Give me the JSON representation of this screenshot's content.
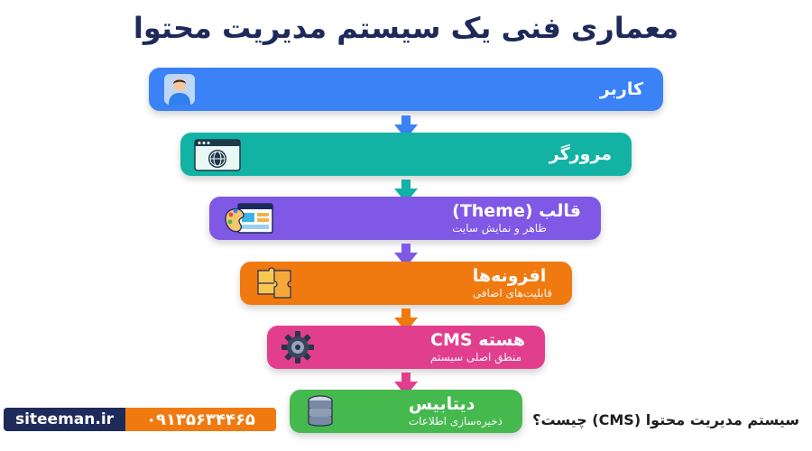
{
  "title": "معماری فنی یک سیستم مدیریت محتوا",
  "layers": [
    {
      "label": "کاربر",
      "sub": "",
      "icon": "user-icon",
      "color": "#3b82f6"
    },
    {
      "label": "مرورگر",
      "sub": "",
      "icon": "browser-globe-icon",
      "color": "#12b3a4"
    },
    {
      "label": "قالب (Theme)",
      "sub": "ظاهر و نمایش سایت",
      "icon": "palette-layout-icon",
      "color": "#8058e6"
    },
    {
      "label": "افزونه‌ها",
      "sub": "قابلیت‌های اضافی",
      "icon": "puzzle-icon",
      "color": "#f07a10"
    },
    {
      "label": "هسته CMS",
      "sub": "منطق اصلی سیستم",
      "icon": "gear-icon",
      "color": "#e13f8e"
    },
    {
      "label": "دیتابیس",
      "sub": "ذخیره‌سازی اطلاعات",
      "icon": "database-icon",
      "color": "#46b94e"
    }
  ],
  "footer": {
    "site": "siteeman.ir",
    "phone": "۰۹۱۳۵۶۳۴۴۶۵",
    "caption": "سیستم مدیریت محتوا (CMS) چیست؟"
  }
}
